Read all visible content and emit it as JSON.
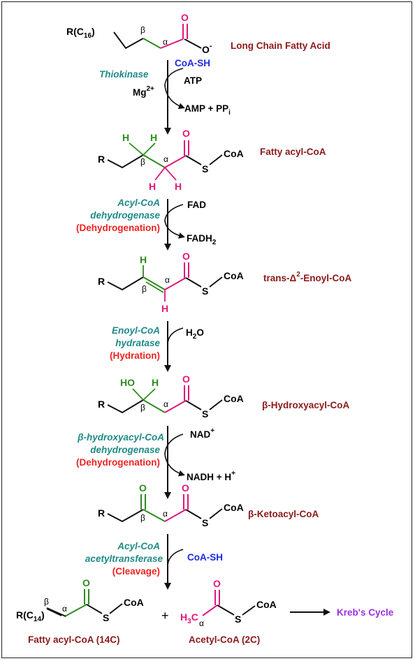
{
  "colors": {
    "product_name": "#8B1A1A",
    "enzyme": "#1F8A86",
    "process": "#EE2222",
    "coa_sh": "#1A2BE0",
    "bond_pink": "#E0177A",
    "bond_green": "#2E8B1E",
    "krebs": "#9B30E0",
    "black": "#111111"
  },
  "labels": {
    "greek_alpha": "α",
    "greek_beta": "β",
    "R": "R",
    "S": "S",
    "CoA": "CoA",
    "O": "O",
    "H": "H",
    "HO": "HO",
    "H3C_main": "H",
    "H3C_sub": "3",
    "H3C_tail": "C"
  },
  "stage1": {
    "r_group_main": "R(C",
    "r_group_sub": "16",
    "r_group_tail": ")",
    "o_minus": "O",
    "minus": "-",
    "name": "Long Chain Fatty Acid"
  },
  "step1": {
    "enzyme": "Thiokinase",
    "cofactor_in": "CoA-SH",
    "atp": "ATP",
    "mg_main": "Mg",
    "mg_sup": "2+",
    "products_main": "AMP + PP",
    "products_sub": "i"
  },
  "stage2": {
    "name": "Fatty acyl-CoA"
  },
  "step2": {
    "enzyme_line1": "Acyl-CoA",
    "enzyme_line2": "dehydrogenase",
    "process": "(Dehydrogenation)",
    "cofactor_in": "FAD",
    "cofactor_out_main": "FADH",
    "cofactor_out_sub": "2"
  },
  "stage3": {
    "name_pre": "trans-",
    "name_delta": "Δ",
    "name_sup": "2",
    "name_post": "-Enoyl-CoA"
  },
  "step3": {
    "enzyme_line1": "Enoyl-CoA",
    "enzyme_line2": "hydratase",
    "process": "(Hydration)",
    "cofactor_main": "H",
    "cofactor_sub": "2",
    "cofactor_tail": "O"
  },
  "stage4": {
    "name_greek": "β",
    "name": "-Hydroxyacyl-CoA"
  },
  "step4": {
    "enzyme_line1_greek": "β",
    "enzyme_line1": "-hydroxyacyl-CoA",
    "enzyme_line2": "dehydrogenase",
    "process": "(Dehydrogenation)",
    "cofactor_in_main": "NAD",
    "cofactor_in_sup": "+",
    "cofactor_out_main": "NADH + H",
    "cofactor_out_sup": "+"
  },
  "stage5": {
    "name_greek": "β",
    "name": "-Ketoacyl-CoA"
  },
  "step5": {
    "enzyme_line1": "Acyl-CoA",
    "enzyme_line2": "acetyltransferase",
    "process": "(Cleavage)",
    "cofactor_in": "CoA-SH"
  },
  "stage6": {
    "r_group_main": "R(C",
    "r_group_sub": "14",
    "r_group_tail": ")",
    "plus": "+",
    "left_name": "Fatty acyl-CoA (14C)",
    "right_name": "Acetyl-CoA (2C)",
    "krebs": "Kreb's Cycle"
  }
}
